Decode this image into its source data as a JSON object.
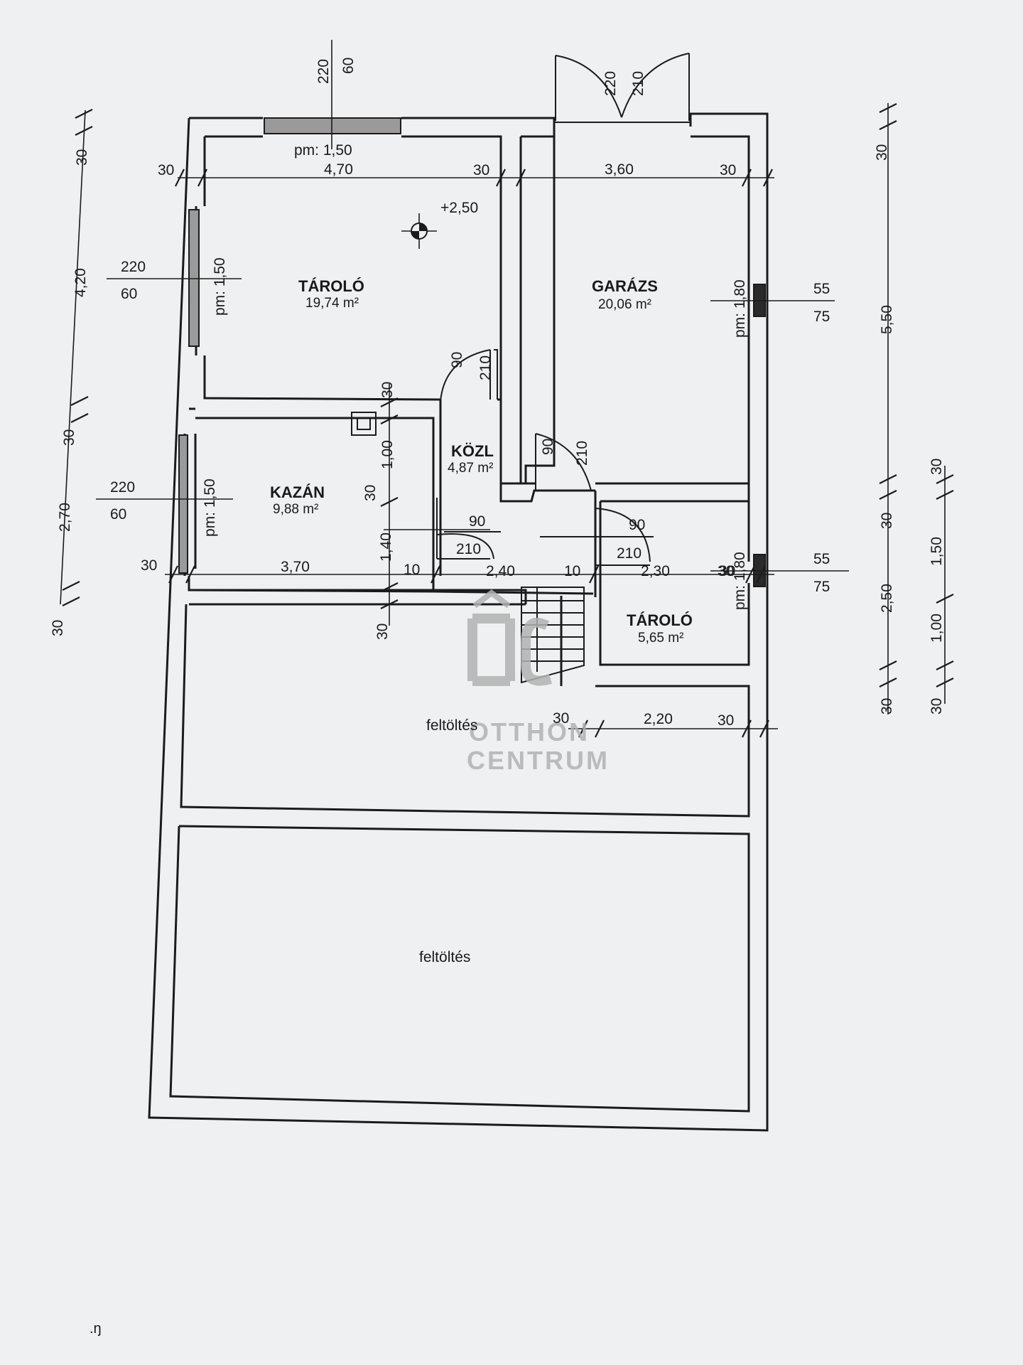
{
  "rooms": {
    "storage_large": {
      "name": "TÁROLÓ",
      "area": "19,74 m²"
    },
    "garage": {
      "name": "GARÁZS",
      "area": "20,06 m²"
    },
    "corridor": {
      "name": "KÖZL",
      "area": "4,87 m²"
    },
    "boiler": {
      "name": "KAZÁN",
      "area": "9,88 m²"
    },
    "storage_small": {
      "name": "TÁROLÓ",
      "area": "5,65 m²"
    },
    "fill_upper": {
      "name": "feltöltés"
    },
    "fill_lower": {
      "name": "feltöltés"
    }
  },
  "elevation": "+2,50",
  "dimensions": {
    "top_win_h": "220",
    "top_win_w": "60",
    "top_pm": "pm: 1,50",
    "top_tar_width": "4,70",
    "top_wall_left": "30",
    "top_wall_mid": "30",
    "top_gar_width": "3,60",
    "top_wall_right": "30",
    "gar_door_h": "220",
    "gar_door_w": "210",
    "left_win1_h": "220",
    "left_win1_w": "60",
    "left_pm1": "pm: 1,50",
    "left_win2_h": "220",
    "left_win2_w": "60",
    "left_pm2": "pm: 1,50",
    "left_total_top": "30",
    "left_tar_height": "4,20",
    "left_wall_mid": "30",
    "left_kaz_height": "2,70",
    "left_wall_bottom": "30",
    "right_win1_a": "55",
    "right_win1_b": "75",
    "right_pm1": "pm: 1,80",
    "right_win2_a": "55",
    "right_win2_b": "75",
    "right_pm2": "pm: 1,80",
    "right_top": "30",
    "right_gar_height": "5,50",
    "right_wall_mid": "30",
    "right_tar_height": "2,50",
    "right_bottom": "30",
    "right2_top": "30",
    "right2_a": "1,50",
    "right2_b": "1,00",
    "right2_bottom": "30",
    "door_tar_w": "90",
    "door_tar_h": "210",
    "door_gar_w": "90",
    "door_gar_h": "210",
    "door_kaz_w": "90",
    "door_kaz_h": "210",
    "door_tar2_w": "90",
    "door_tar2_h": "210",
    "kaz_wall_top": "30",
    "kaz_v1": "1,00",
    "kaz_v2": "30",
    "kaz_v3": "1,40",
    "kaz_wall_bottom": "30",
    "bottom_wall_left": "30",
    "bottom_kaz_width": "3,70",
    "bottom_10a": "10",
    "bottom_kozl_width": "2,40",
    "bottom_10b": "10",
    "bottom_tar_width": "2,30",
    "bottom_wall_right": "30",
    "fill_wall_left": "30",
    "fill_width": "2,20",
    "fill_wall_right": "30"
  },
  "watermark": {
    "line1": "OTTHON",
    "line2": "CENTRUM"
  },
  "mark": ".ŋ"
}
